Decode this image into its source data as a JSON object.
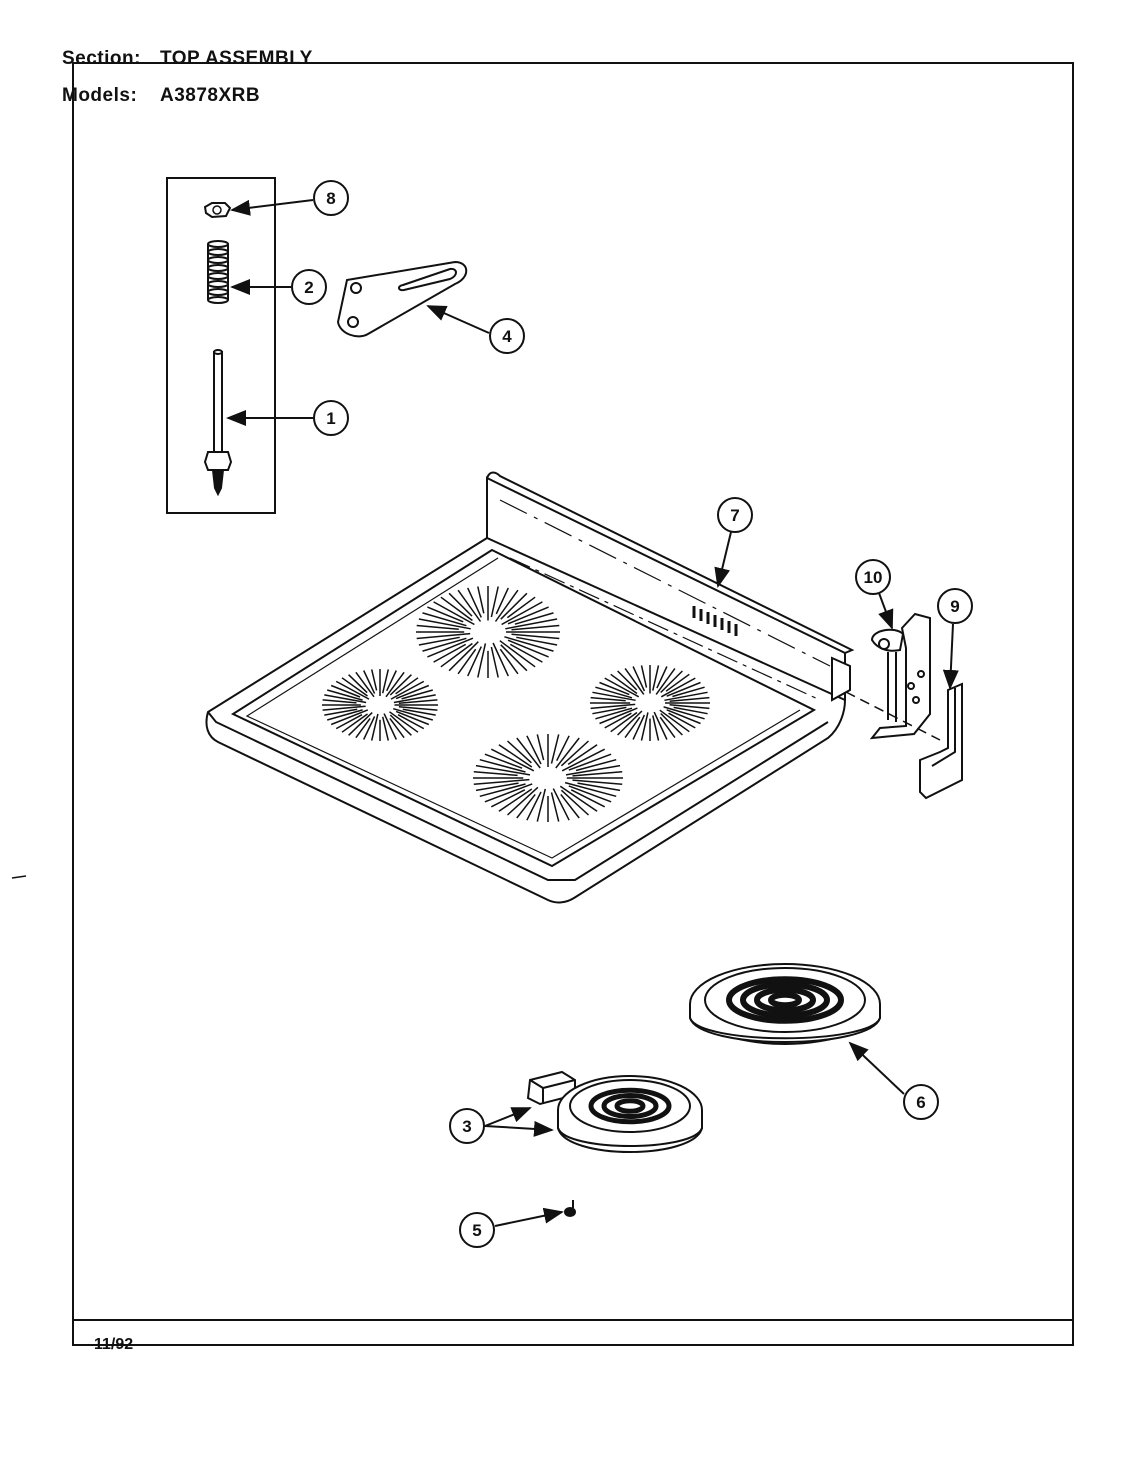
{
  "header": {
    "section_label": "Section:",
    "section_value": "TOP ASSEMBLY",
    "models_label": "Models:",
    "models_value": "A3878XRB"
  },
  "footer": {
    "date": "11/92"
  },
  "callouts": [
    "1",
    "2",
    "3",
    "4",
    "5",
    "6",
    "7",
    "8",
    "9",
    "10"
  ]
}
